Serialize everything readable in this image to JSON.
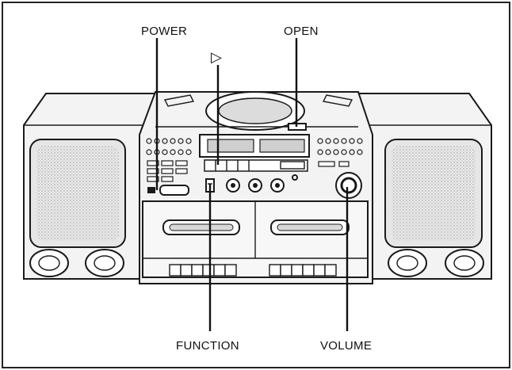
{
  "labels": {
    "power": "POWER",
    "open": "OPEN",
    "play": "▷",
    "function": "FUNCTION",
    "volume": "VOLUME"
  },
  "colors": {
    "ink": "#1a1a1a",
    "paper": "#ffffff",
    "body": "#f3f3f3"
  }
}
